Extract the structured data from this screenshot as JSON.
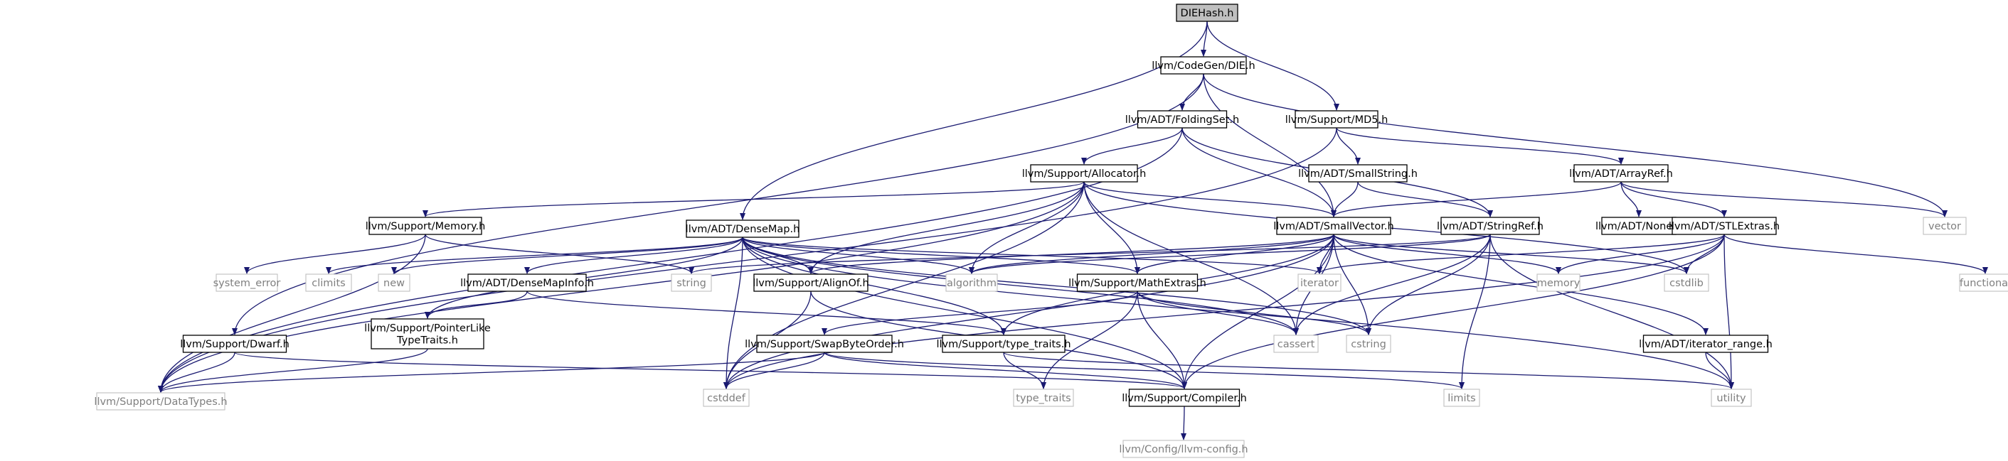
{
  "title": "DIEHash.h",
  "colors": {
    "edge": "#191970",
    "root_fill": "#bfbfbf",
    "node_border": "#000000",
    "system_text": "#7f7f7f",
    "system_border": "#bfbfbf"
  },
  "nodes": [
    {
      "id": "diehash",
      "label": "DIEHash.h"
    },
    {
      "id": "die",
      "label": "llvm/CodeGen/DIE.h"
    },
    {
      "id": "densemap",
      "label": "llvm/ADT/DenseMap.h"
    },
    {
      "id": "md5",
      "label": "llvm/Support/MD5.h"
    },
    {
      "id": "foldingset",
      "label": "llvm/ADT/FoldingSet.h"
    },
    {
      "id": "smallvector",
      "label": "llvm/ADT/SmallVector.h"
    },
    {
      "id": "dwarf",
      "label": "llvm/Support/Dwarf.h"
    },
    {
      "id": "vector",
      "label": "vector"
    },
    {
      "id": "datatypes",
      "label": "llvm/Support/DataTypes.h"
    },
    {
      "id": "allocator",
      "label": "llvm/Support/Allocator.h"
    },
    {
      "id": "stringref",
      "label": "llvm/ADT/StringRef.h"
    },
    {
      "id": "smallstring",
      "label": "llvm/ADT/SmallString.h"
    },
    {
      "id": "arrayref",
      "label": "llvm/ADT/ArrayRef.h"
    },
    {
      "id": "nonehdr",
      "label": "llvm/ADT/None.h"
    },
    {
      "id": "stlextras",
      "label": "llvm/ADT/STLExtras.h"
    },
    {
      "id": "memory",
      "label": "llvm/Support/Memory.h"
    },
    {
      "id": "alignof",
      "label": "llvm/Support/AlignOf.h"
    },
    {
      "id": "mathextras",
      "label": "llvm/Support/MathExtras.h"
    },
    {
      "id": "densemapinfo",
      "label": "llvm/ADT/DenseMapInfo.h"
    },
    {
      "id": "pointerlike",
      "label": [
        "llvm/Support/PointerLike",
        "TypeTraits.h"
      ]
    },
    {
      "id": "swapbyteorder",
      "label": "llvm/Support/SwapByteOrder.h"
    },
    {
      "id": "typetraits",
      "label": "llvm/Support/type_traits.h"
    },
    {
      "id": "iteratorrange",
      "label": "llvm/ADT/iterator_range.h"
    },
    {
      "id": "compiler",
      "label": "llvm/Support/Compiler.h"
    },
    {
      "id": "llvmconfig",
      "label": "llvm/Config/llvm-config.h"
    },
    {
      "id": "system_error",
      "label": "system_error"
    },
    {
      "id": "climits",
      "label": "climits"
    },
    {
      "id": "new",
      "label": "new"
    },
    {
      "id": "string",
      "label": "string"
    },
    {
      "id": "algorithm",
      "label": "algorithm"
    },
    {
      "id": "iterator",
      "label": "iterator"
    },
    {
      "id": "memoryhdr",
      "label": "memory"
    },
    {
      "id": "cstdlib",
      "label": "cstdlib"
    },
    {
      "id": "functional",
      "label": "functional"
    },
    {
      "id": "cassert",
      "label": "cassert"
    },
    {
      "id": "cstring",
      "label": "cstring"
    },
    {
      "id": "cstddef",
      "label": "cstddef"
    },
    {
      "id": "type_traits",
      "label": "type_traits"
    },
    {
      "id": "limits",
      "label": "limits"
    },
    {
      "id": "utility",
      "label": "utility"
    }
  ],
  "edges": [
    [
      "diehash",
      "die"
    ],
    [
      "diehash",
      "densemap"
    ],
    [
      "diehash",
      "md5"
    ],
    [
      "die",
      "foldingset"
    ],
    [
      "die",
      "smallvector"
    ],
    [
      "die",
      "dwarf"
    ],
    [
      "die",
      "vector"
    ],
    [
      "md5",
      "smallstring"
    ],
    [
      "md5",
      "arrayref"
    ],
    [
      "md5",
      "datatypes"
    ],
    [
      "foldingset",
      "allocator"
    ],
    [
      "foldingset",
      "smallvector"
    ],
    [
      "foldingset",
      "stringref"
    ],
    [
      "foldingset",
      "datatypes"
    ],
    [
      "allocator",
      "memory"
    ],
    [
      "allocator",
      "alignof"
    ],
    [
      "allocator",
      "mathextras"
    ],
    [
      "allocator",
      "smallvector"
    ],
    [
      "allocator",
      "datatypes"
    ],
    [
      "allocator",
      "algorithm"
    ],
    [
      "allocator",
      "cassert"
    ],
    [
      "allocator",
      "cstddef"
    ],
    [
      "allocator",
      "cstdlib"
    ],
    [
      "smallstring",
      "smallvector"
    ],
    [
      "smallstring",
      "stringref"
    ],
    [
      "arrayref",
      "smallvector"
    ],
    [
      "arrayref",
      "nonehdr"
    ],
    [
      "arrayref",
      "stlextras"
    ],
    [
      "arrayref",
      "vector"
    ],
    [
      "memory",
      "datatypes"
    ],
    [
      "memory",
      "system_error"
    ],
    [
      "memory",
      "string"
    ],
    [
      "densemap",
      "densemapinfo"
    ],
    [
      "densemap",
      "alignof"
    ],
    [
      "densemap",
      "compiler"
    ],
    [
      "densemap",
      "mathextras"
    ],
    [
      "densemap",
      "pointerlike"
    ],
    [
      "densemap",
      "typetraits"
    ],
    [
      "densemap",
      "algorithm"
    ],
    [
      "densemap",
      "cassert"
    ],
    [
      "densemap",
      "climits"
    ],
    [
      "densemap",
      "cstddef"
    ],
    [
      "densemap",
      "cstring"
    ],
    [
      "densemap",
      "iterator"
    ],
    [
      "densemap",
      "new"
    ],
    [
      "densemap",
      "utility"
    ],
    [
      "smallvector",
      "alignof"
    ],
    [
      "smallvector",
      "compiler"
    ],
    [
      "smallvector",
      "mathextras"
    ],
    [
      "smallvector",
      "typetraits"
    ],
    [
      "smallvector",
      "iteratorrange"
    ],
    [
      "smallvector",
      "algorithm"
    ],
    [
      "smallvector",
      "cassert"
    ],
    [
      "smallvector",
      "cstddef"
    ],
    [
      "smallvector",
      "cstdlib"
    ],
    [
      "smallvector",
      "cstring"
    ],
    [
      "smallvector",
      "iterator"
    ],
    [
      "smallvector",
      "memoryhdr"
    ],
    [
      "stringref",
      "algorithm"
    ],
    [
      "stringref",
      "cassert"
    ],
    [
      "stringref",
      "cstring"
    ],
    [
      "stringref",
      "limits"
    ],
    [
      "stringref",
      "string"
    ],
    [
      "stringref",
      "utility"
    ],
    [
      "stlextras",
      "compiler"
    ],
    [
      "stlextras",
      "cstddef"
    ],
    [
      "stlextras",
      "cstdlib"
    ],
    [
      "stlextras",
      "functional"
    ],
    [
      "stlextras",
      "iterator"
    ],
    [
      "stlextras",
      "memoryhdr"
    ],
    [
      "stlextras",
      "utility"
    ],
    [
      "densemapinfo",
      "pointerlike"
    ],
    [
      "densemapinfo",
      "typetraits"
    ],
    [
      "pointerlike",
      "datatypes"
    ],
    [
      "alignof",
      "compiler"
    ],
    [
      "alignof",
      "cstddef"
    ],
    [
      "mathextras",
      "compiler"
    ],
    [
      "mathextras",
      "swapbyteorder"
    ],
    [
      "mathextras",
      "type_traits"
    ],
    [
      "mathextras",
      "cassert"
    ],
    [
      "mathextras",
      "cstring"
    ],
    [
      "swapbyteorder",
      "compiler"
    ],
    [
      "swapbyteorder",
      "datatypes"
    ],
    [
      "swapbyteorder",
      "cstddef"
    ],
    [
      "swapbyteorder",
      "limits"
    ],
    [
      "typetraits",
      "type_traits"
    ],
    [
      "typetraits",
      "utility"
    ],
    [
      "iteratorrange",
      "utility"
    ],
    [
      "dwarf",
      "datatypes"
    ],
    [
      "dwarf",
      "compiler"
    ],
    [
      "compiler",
      "llvmconfig"
    ]
  ]
}
